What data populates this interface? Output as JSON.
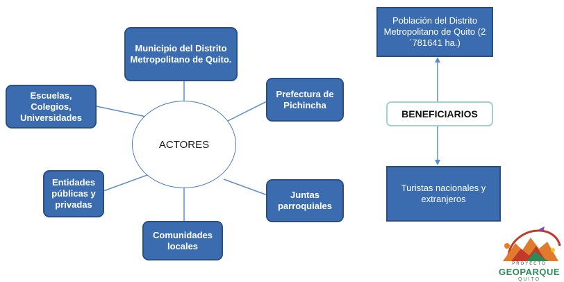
{
  "actors": {
    "center": "ACTORES",
    "municipio": "Municipio del Distrito Metropolitano de Quito.",
    "prefectura": "Prefectura de Pichincha",
    "escuelas": "Escuelas, Colegios, Universidades",
    "entidades": "Entidades públicas y privadas",
    "comunidades": "Comunidades locales",
    "juntas": "Juntas parroquiales"
  },
  "beneficiaries": {
    "title": "BENEFICIARIOS",
    "poblacion": "Población del Distrito Metropolitano de Quito (2´781641 ha.)",
    "turistas": "Turistas nacionales y extranjeros"
  },
  "logo": {
    "small": "PROYECTO",
    "main": "GEOPARQUE",
    "sub": "QUITO"
  },
  "colors": {
    "box_fill": "#3b6cb0",
    "box_border": "#2a4f85",
    "benef_border": "#9fd2ce",
    "logo_green": "#2e8b57"
  }
}
